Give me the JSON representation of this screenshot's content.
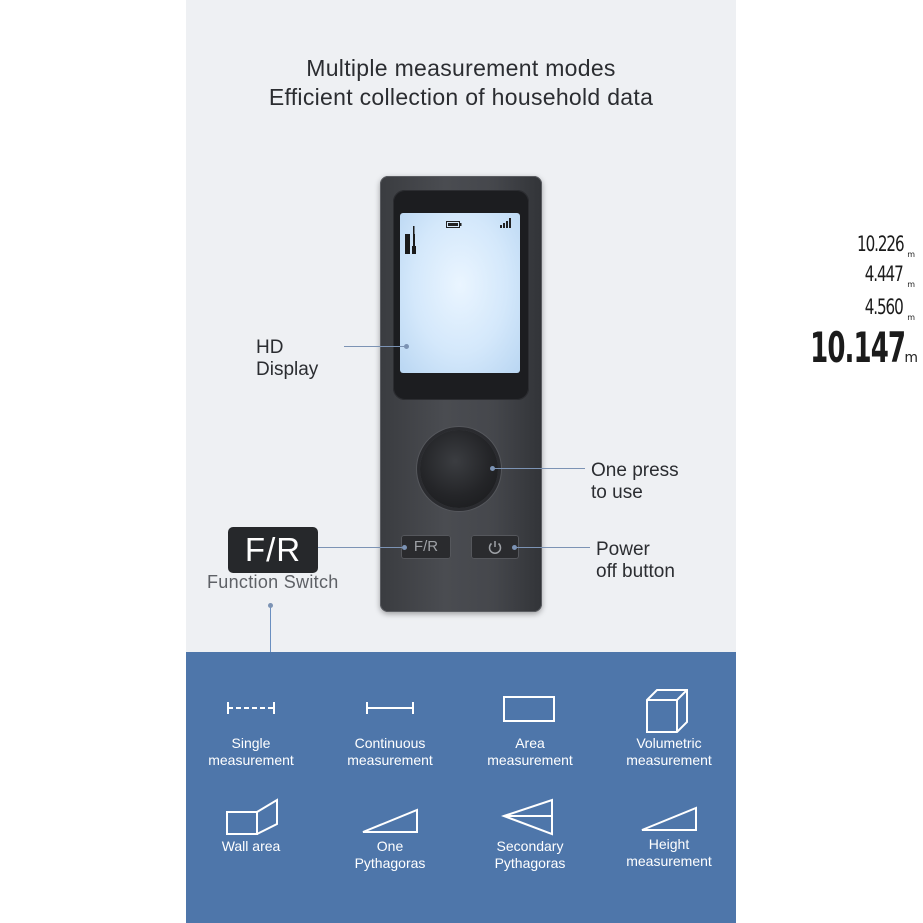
{
  "headline": {
    "line1": "Multiple measurement modes",
    "line2": "Efficient collection of household data"
  },
  "display": {
    "readings": [
      "10.226",
      "4.447",
      "4.560"
    ],
    "main_reading": "10.147",
    "unit": "m"
  },
  "callouts": {
    "hd_display": "HD\nDisplay",
    "one_press": "One press\nto use",
    "power_off": "Power\noff button"
  },
  "buttons": {
    "fr_label": "F/R",
    "power_icon": "power-icon"
  },
  "function_switch": {
    "badge": "F/R",
    "label": "Function Switch"
  },
  "colors": {
    "panel_bg": "#eef0f3",
    "band_bg": "#4e76aa",
    "device_body": "#45474c",
    "lcd": "#d4e8fb"
  },
  "modes": [
    {
      "label": "Single\nmeasurement",
      "icon": "single-measure-icon"
    },
    {
      "label": "Continuous\nmeasurement",
      "icon": "continuous-measure-icon"
    },
    {
      "label": "Area\nmeasurement",
      "icon": "area-icon"
    },
    {
      "label": "Volumetric\nmeasurement",
      "icon": "cube-icon"
    },
    {
      "label": "Wall area",
      "icon": "wall-area-icon"
    },
    {
      "label": "One\nPythagoras",
      "icon": "triangle-icon"
    },
    {
      "label": "Secondary\nPythagoras",
      "icon": "double-triangle-icon"
    },
    {
      "label": "Height\nmeasurement",
      "icon": "height-triangle-icon"
    }
  ]
}
